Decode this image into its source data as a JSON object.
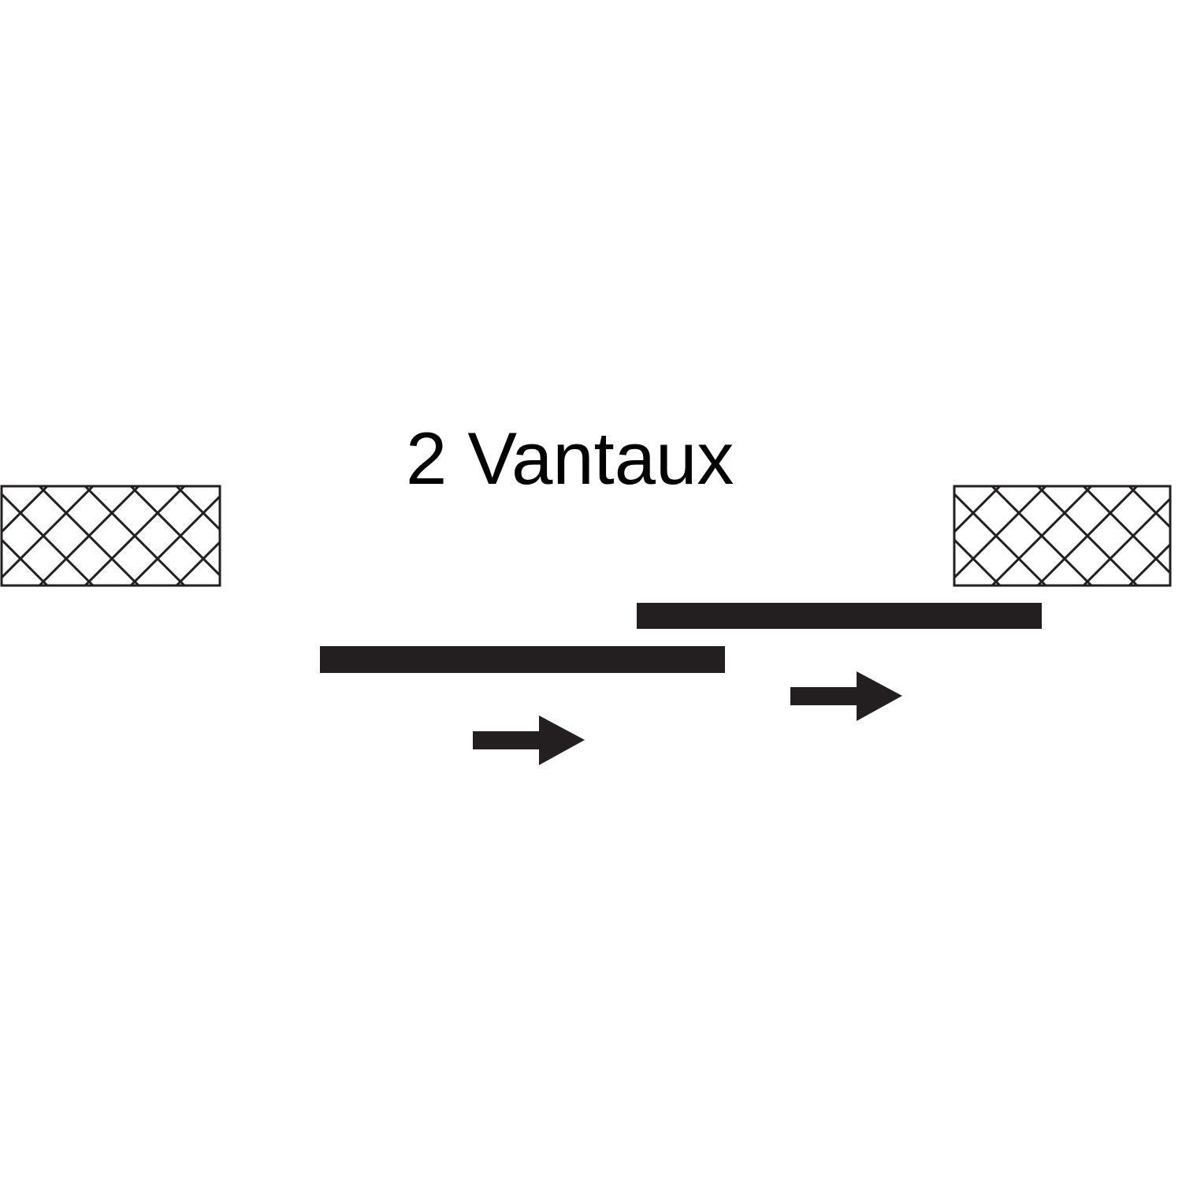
{
  "title": "2 Vantaux",
  "colors": {
    "background": "#ffffff",
    "ink": "#231f20",
    "text": "#000000"
  },
  "elements": {
    "left_wall": "hatched-wall",
    "right_wall": "hatched-wall",
    "leaf_1": "sliding-door-leaf",
    "leaf_2": "sliding-door-leaf",
    "arrow_1": "arrow-right-icon",
    "arrow_2": "arrow-right-icon"
  }
}
